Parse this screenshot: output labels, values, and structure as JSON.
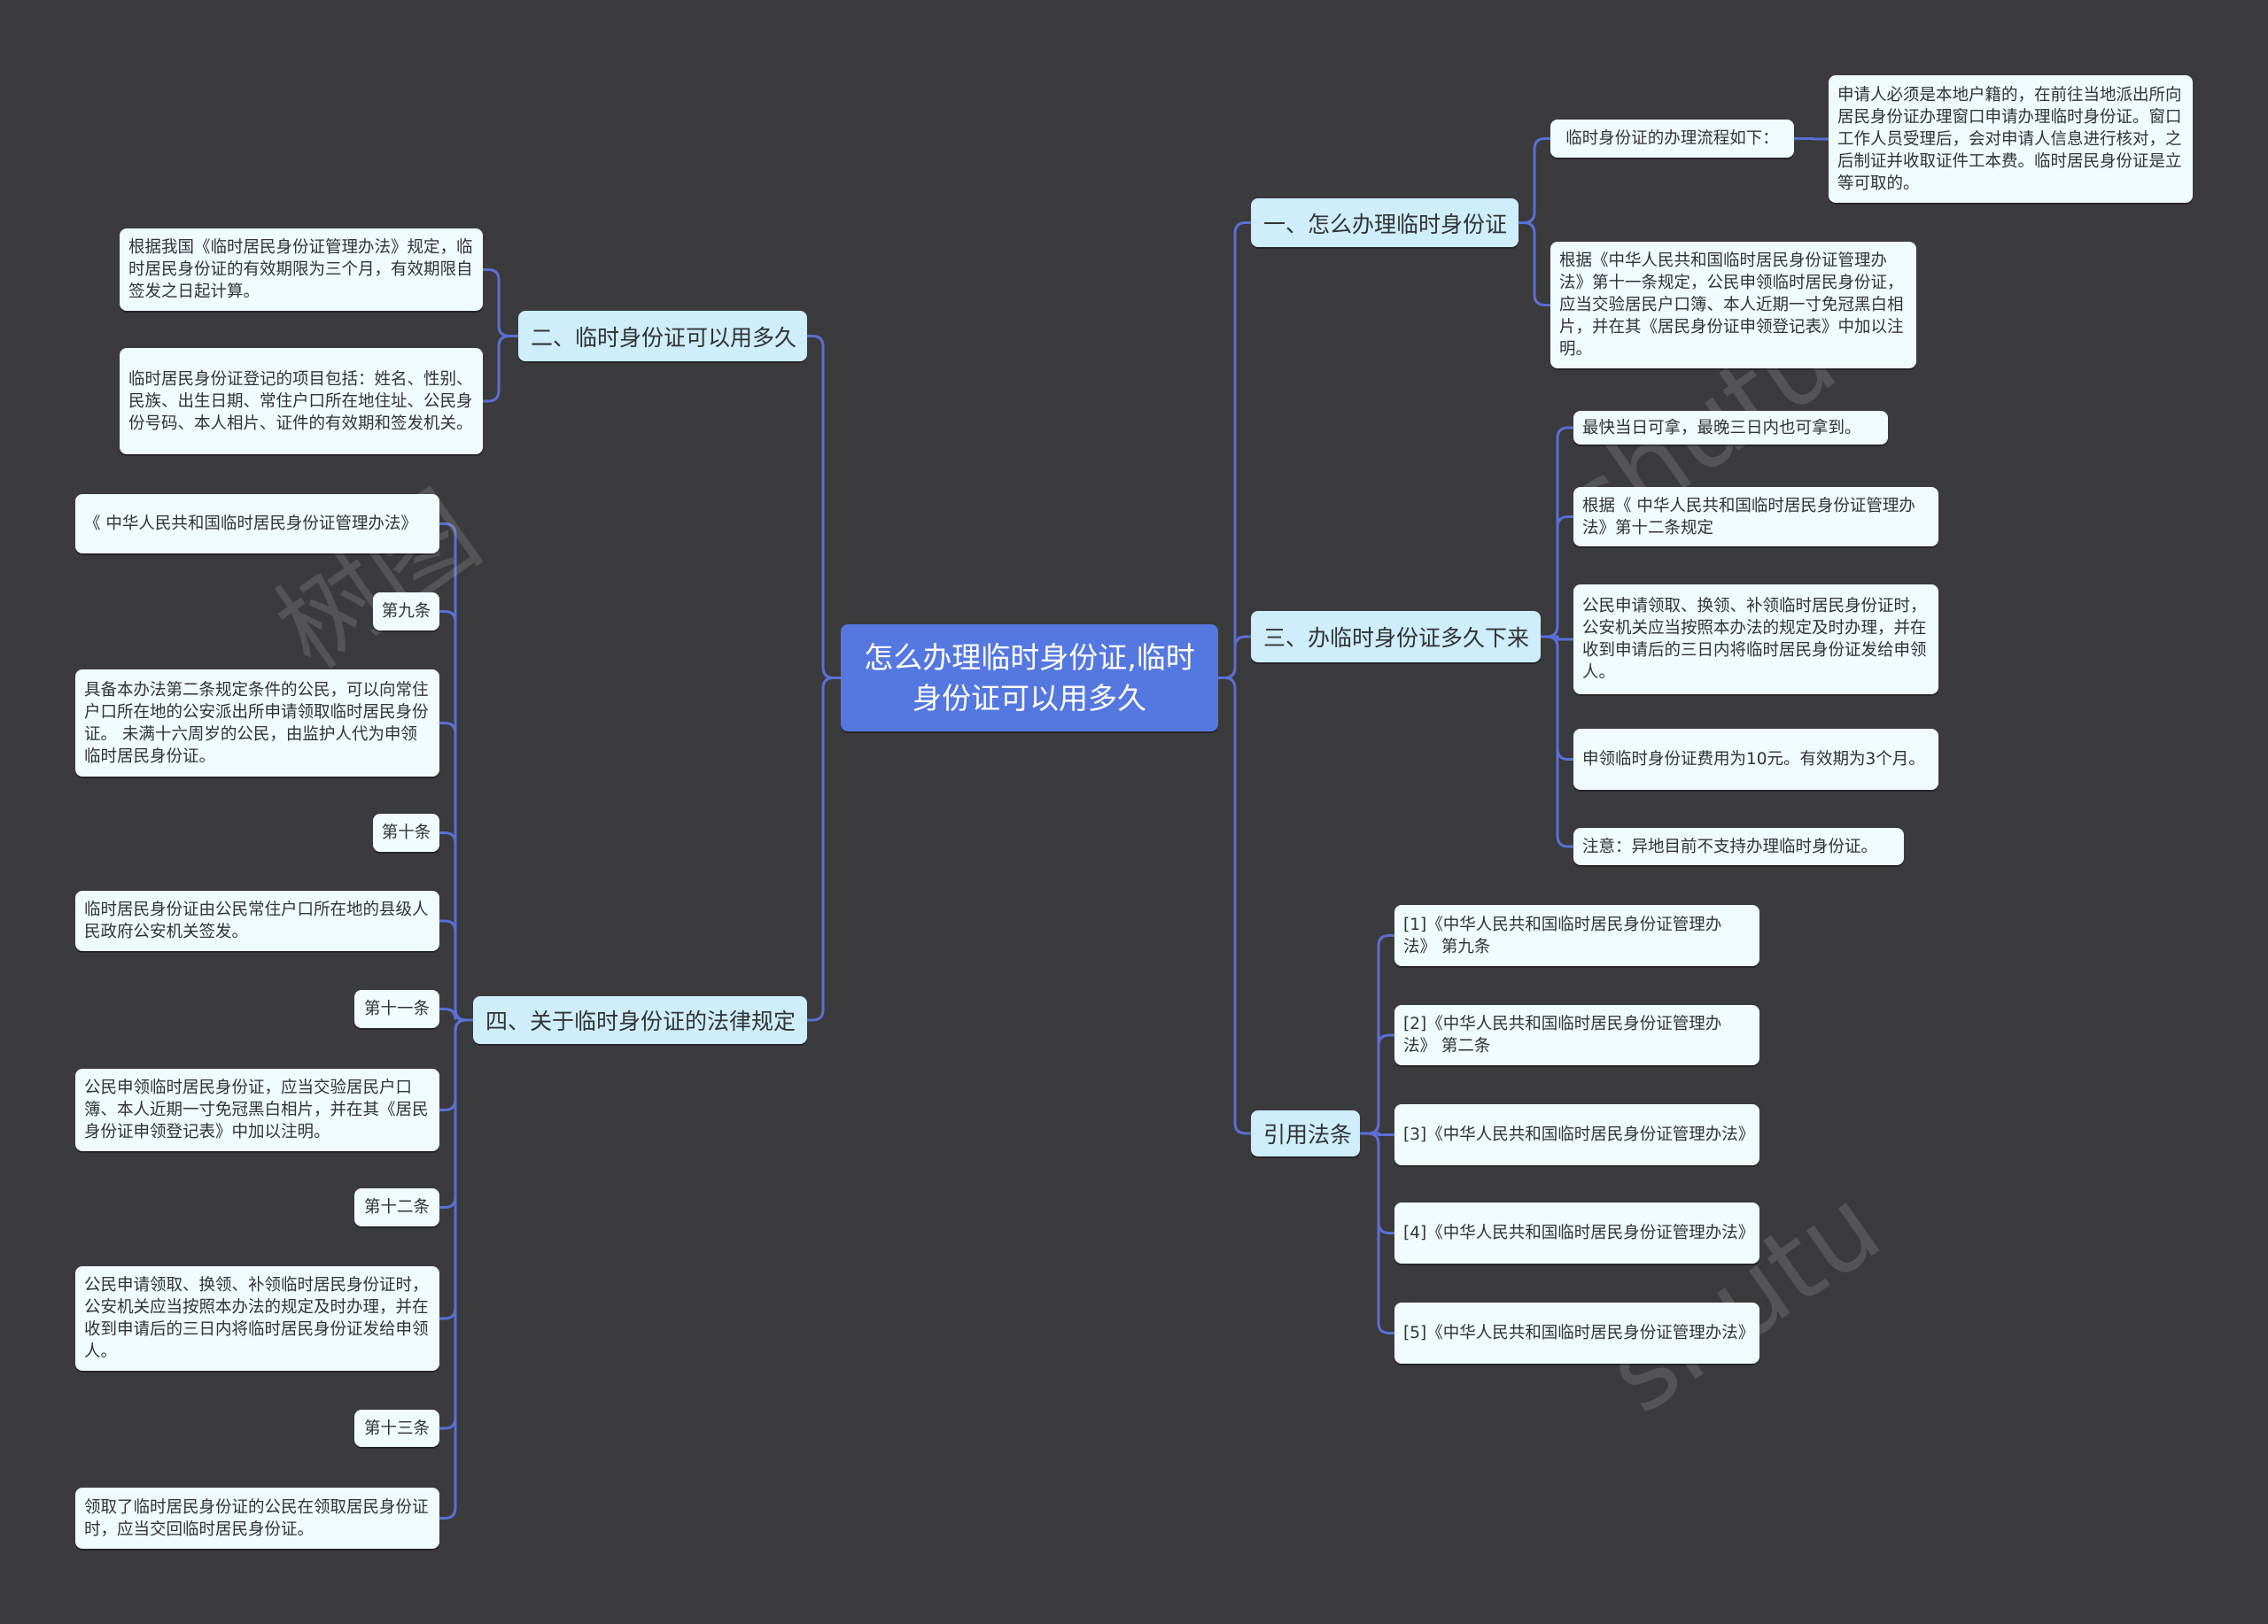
{
  "center": "怎么办理临时身份证,临时身份证可以用多久",
  "branch1": {
    "title": "一、怎么办理临时身份证",
    "process_label": "临时身份证的办理流程如下：",
    "process_detail": "申请人必须是本地户籍的，在前往当地派出所向居民身份证办理窗口申请办理临时身份证。窗口工作人员受理后，会对申请人信息进行核对，之后制证并收取证件工本费。临时居民身份证是立等可取的。",
    "rule": "根据《中华人民共和国临时居民身份证管理办法》第十一条规定，公民申领临时居民身份证，应当交验居民户口簿、本人近期一寸免冠黑白相片，并在其《居民身份证申领登记表》中加以注明。"
  },
  "branch2": {
    "title": "二、临时身份证可以用多久",
    "items": [
      "根据我国《临时居民身份证管理办法》规定，临时居民身份证的有效期限为三个月，有效期限自签发之日起计算。",
      "临时居民身份证登记的项目包括：姓名、性别、民族、出生日期、常住户口所在地住址、公民身份号码、本人相片、证件的有效期和签发机关。"
    ]
  },
  "branch3": {
    "title": "三、办临时身份证多久下来",
    "items": [
      "最快当日可拿，最晚三日内也可拿到。",
      "根据《 中华人民共和国临时居民身份证管理办法》第十二条规定",
      "公民申请领取、换领、补领临时居民身份证时，公安机关应当按照本办法的规定及时办理，并在收到申请后的三日内将临时居民身份证发给申领人。",
      "申领临时身份证费用为10元。有效期为3个月。",
      "注意：异地目前不支持办理临时身份证。"
    ]
  },
  "branch4": {
    "title": "四、关于临时身份证的法律规定",
    "items": [
      "《 中华人民共和国临时居民身份证管理办法》",
      "第九条",
      "具备本办法第二条规定条件的公民，可以向常住户口所在地的公安派出所申请领取临时居民身份证。 未满十六周岁的公民，由监护人代为申领临时居民身份证。",
      "第十条",
      "临时居民身份证由公民常住户口所在地的县级人民政府公安机关签发。",
      "第十一条",
      "公民申领临时居民身份证，应当交验居民户口簿、本人近期一寸免冠黑白相片，并在其《居民身份证申领登记表》中加以注明。",
      "第十二条",
      "公民申请领取、换领、补领临时居民身份证时，公安机关应当按照本办法的规定及时办理，并在收到申请后的三日内将临时居民身份证发给申领人。",
      "第十三条",
      "领取了临时居民身份证的公民在领取居民身份证时，应当交回临时居民身份证。"
    ]
  },
  "citations": {
    "title": "引用法条",
    "items": [
      "[1]《中华人民共和国临时居民身份证管理办法》 第九条",
      "[2]《中华人民共和国临时居民身份证管理办法》 第二条",
      "[3]《中华人民共和国临时居民身份证管理办法》",
      "[4]《中华人民共和国临时居民身份证管理办法》",
      "[5]《中华人民共和国临时居民身份证管理办法》"
    ]
  },
  "colors": {
    "background": "#3b3a3c",
    "center": "#5577e0",
    "branch": "#cdeefa",
    "leaf": "#f0fbfd",
    "line": "#5a6fd6"
  }
}
